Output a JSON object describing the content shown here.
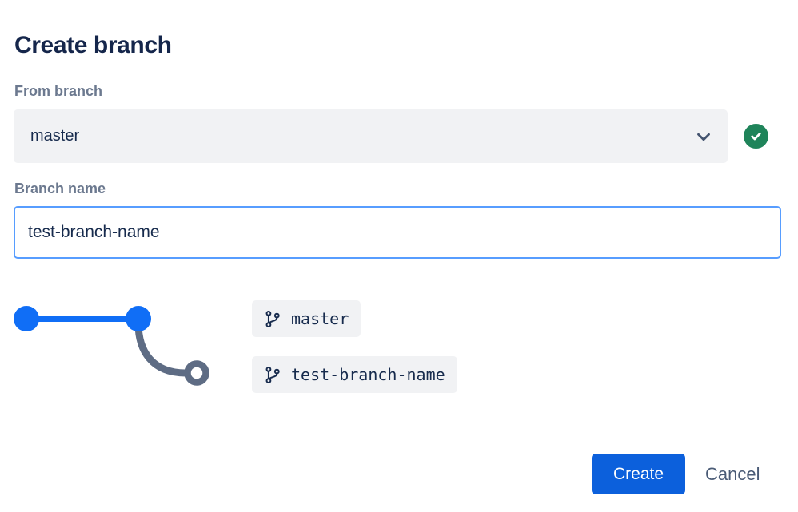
{
  "dialog": {
    "title": "Create branch"
  },
  "form": {
    "from_branch": {
      "label": "From branch",
      "selected_value": "master",
      "chevron_icon": "chevron-down-icon",
      "validity_icon": "check-circle-icon"
    },
    "branch_name": {
      "label": "Branch name",
      "value": "test-branch-name"
    }
  },
  "diagram": {
    "source_branch_label": "master",
    "new_branch_label": "test-branch-name",
    "label_icon": "git-branch-icon"
  },
  "actions": {
    "create_label": "Create",
    "cancel_label": "Cancel"
  },
  "colors": {
    "title_text": "#15264B",
    "label_text": "#6C798F",
    "field_background": "#F1F2F4",
    "focus_border": "#579DFF",
    "primary_button": "#0C60DC",
    "success_badge": "#1F845A",
    "graph_blue": "#106EF6",
    "graph_gray": "#5E6C84",
    "dark_text": "#172B4D"
  }
}
